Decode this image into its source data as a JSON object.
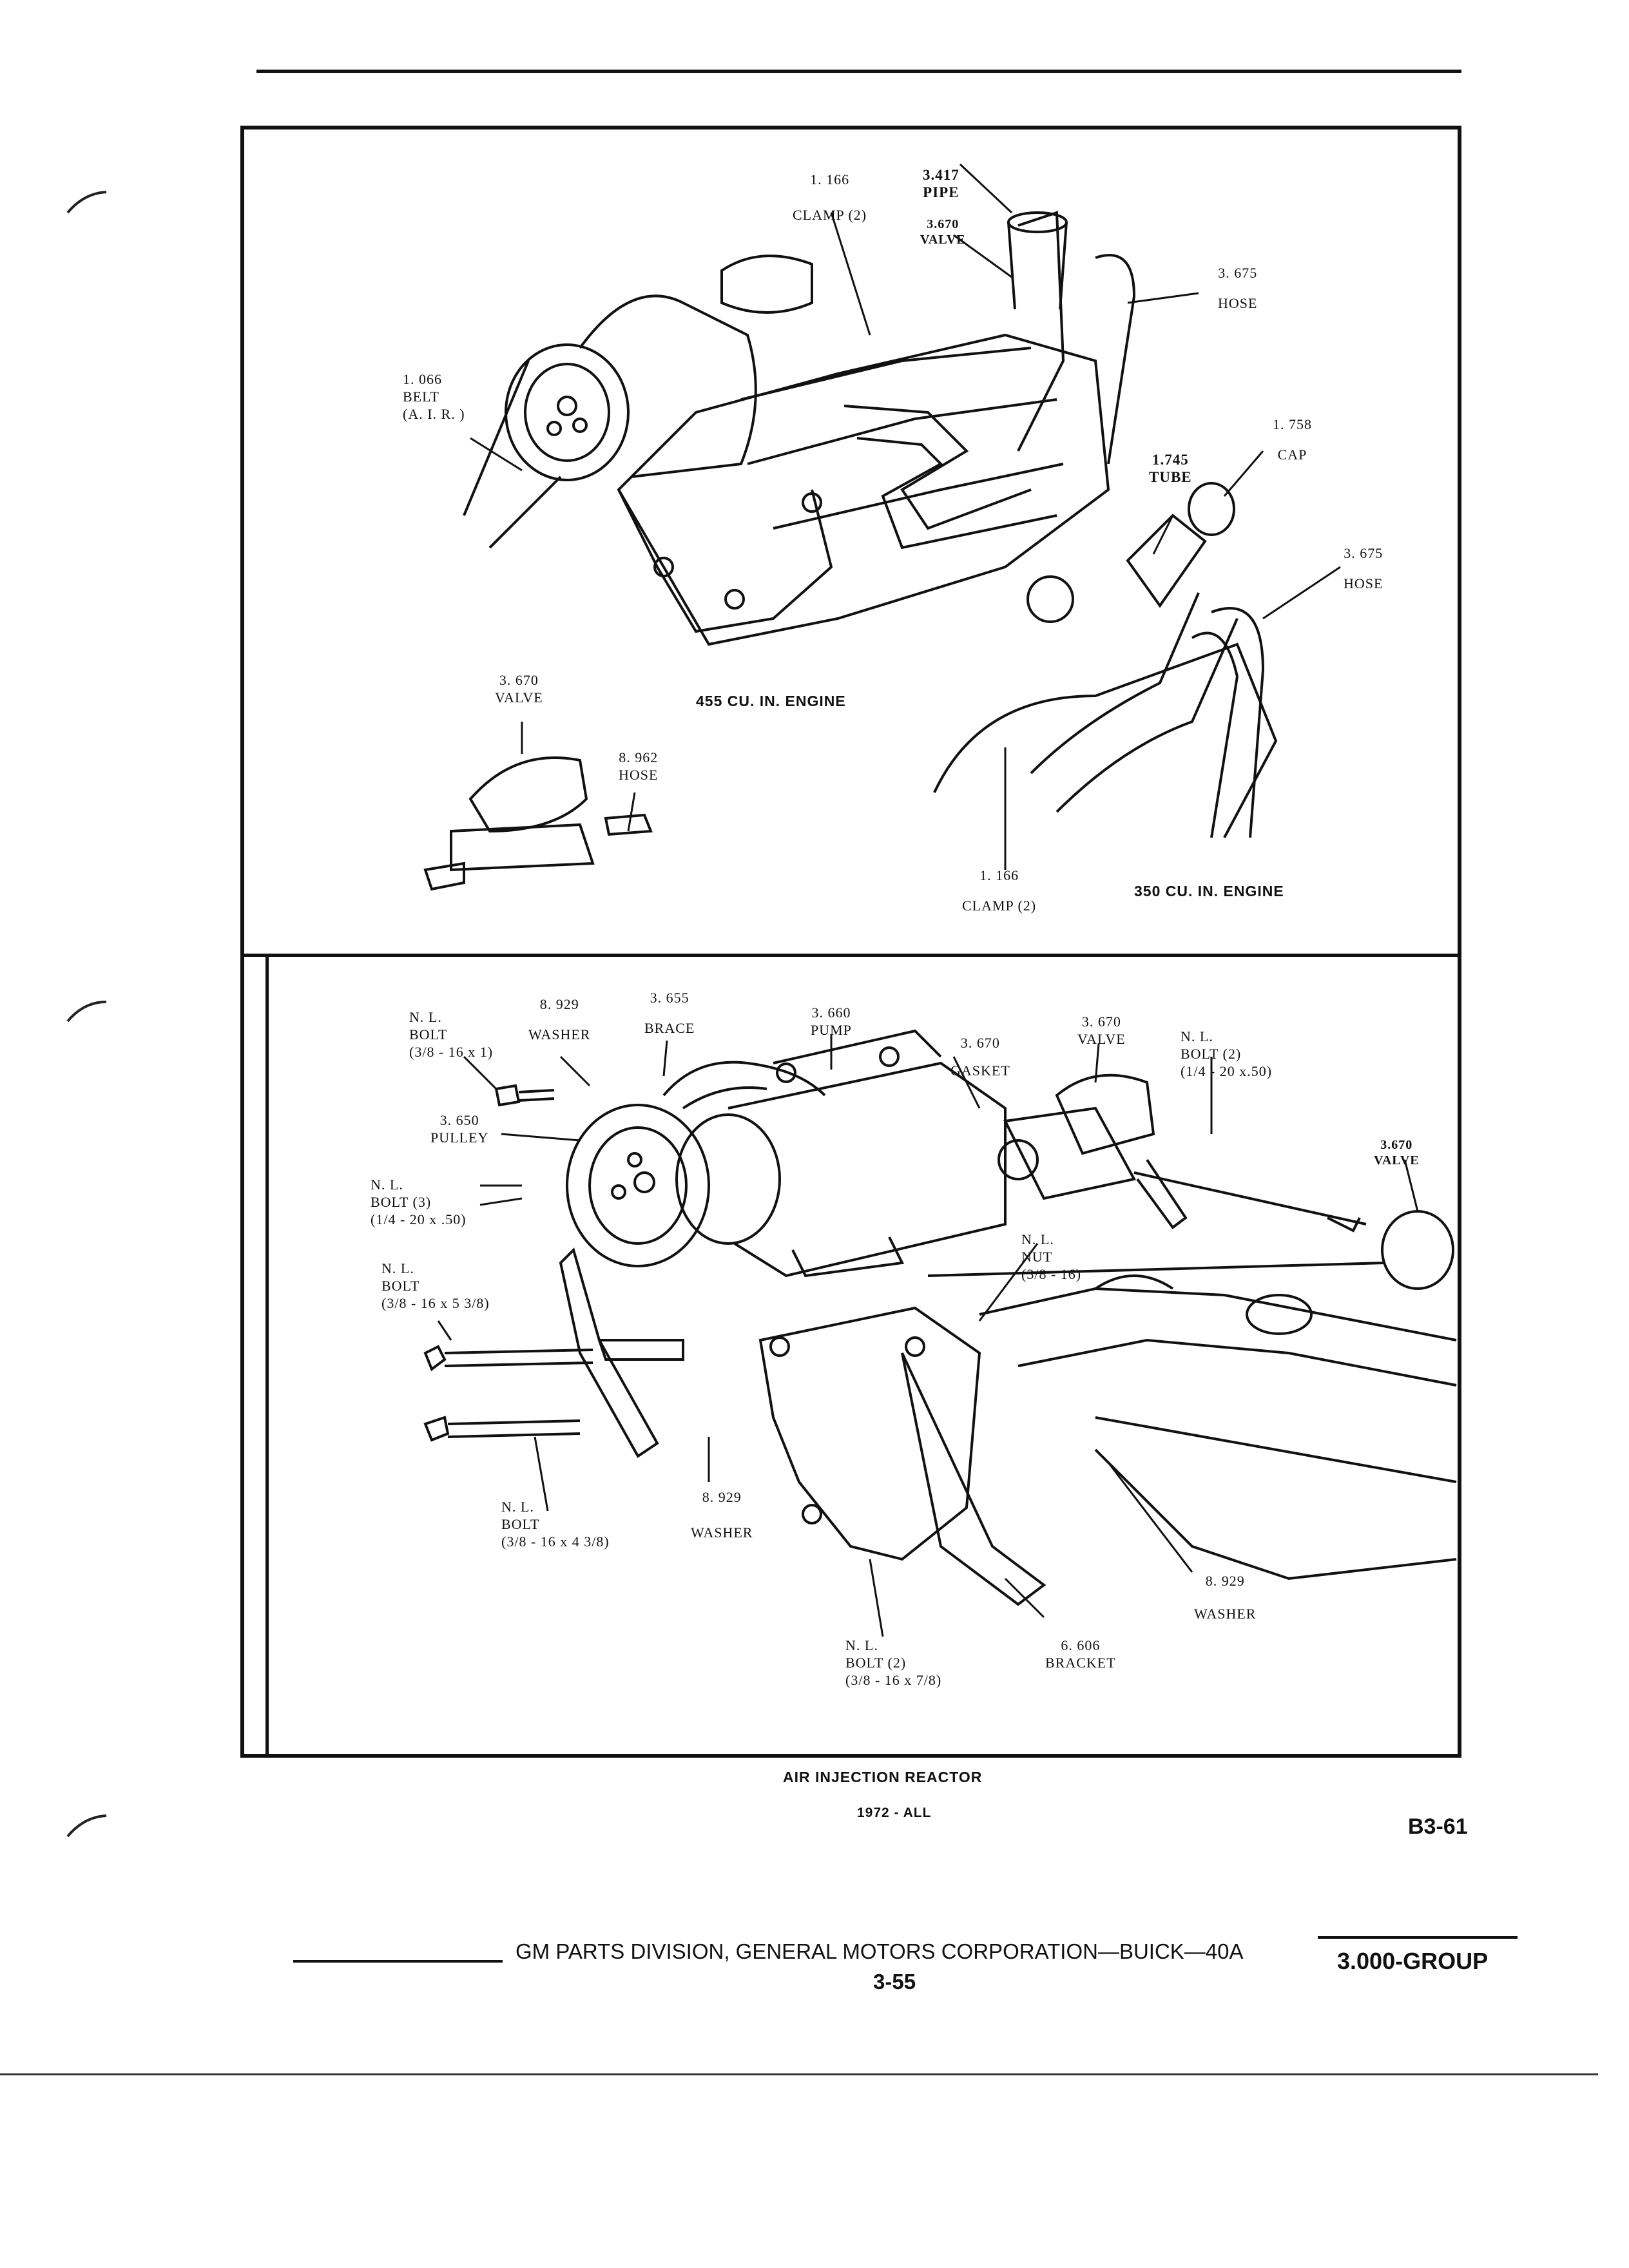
{
  "top_panel": {
    "engine_455_label": "455 CU. IN. ENGINE",
    "engine_350_label": "350 CU. IN. ENGINE",
    "callouts": {
      "clamp_top": {
        "num": "1. 166",
        "name": "CLAMP (2)"
      },
      "pipe": {
        "num": "3.417",
        "name": "PIPE"
      },
      "valve_top": {
        "num": "3.670",
        "name": "VALVE"
      },
      "hose_top": {
        "num": "3. 675",
        "name": "HOSE"
      },
      "belt": {
        "num": "1. 066",
        "name": "BELT",
        "sub": "(A. I. R. )"
      },
      "cap": {
        "num": "1. 758",
        "name": "CAP"
      },
      "tube": {
        "num": "1.745",
        "name": "TUBE"
      },
      "hose_right": {
        "num": "3. 675",
        "name": "HOSE"
      },
      "valve_left": {
        "num": "3. 670",
        "name": "VALVE"
      },
      "hose_small": {
        "num": "8. 962",
        "name": "HOSE"
      },
      "clamp_bottom": {
        "num": "1. 166",
        "name": "CLAMP (2)"
      }
    }
  },
  "bottom_panel": {
    "callouts": {
      "bolt_top": {
        "num": "N. L.",
        "name": "BOLT",
        "size": "(3/8 - 16 x 1)"
      },
      "washer_top": {
        "num": "8. 929",
        "name": "WASHER"
      },
      "brace": {
        "num": "3. 655",
        "name": "BRACE"
      },
      "pump": {
        "num": "3. 660",
        "name": "PUMP"
      },
      "gasket": {
        "num": "3. 670",
        "name": "GASKET"
      },
      "valve_mid": {
        "num": "3. 670",
        "name": "VALVE"
      },
      "bolt_2": {
        "num": "N. L.",
        "name": "BOLT (2)",
        "size": "(1/4 - 20 x.50)"
      },
      "valve_right": {
        "num": "3.670",
        "name": "VALVE"
      },
      "pulley": {
        "num": "3. 650",
        "name": "PULLEY"
      },
      "bolt_3": {
        "num": "N. L.",
        "name": "BOLT (3)",
        "size": "(1/4 - 20 x .50)"
      },
      "nut": {
        "num": "N. L.",
        "name": "NUT",
        "size": "(3/8 - 16)"
      },
      "bolt_long": {
        "num": "N. L.",
        "name": "BOLT",
        "size": "(3/8 - 16 x 5 3/8)"
      },
      "bolt_med": {
        "num": "N. L.",
        "name": "BOLT",
        "size": "(3/8 - 16 x 4 3/8)"
      },
      "washer_mid": {
        "num": "8. 929",
        "name": "WASHER"
      },
      "washer_right": {
        "num": "8. 929",
        "name": "WASHER"
      },
      "bolt_bottom": {
        "num": "N. L.",
        "name": "BOLT (2)",
        "size": "(3/8 - 16 x 7/8)"
      },
      "bracket": {
        "num": "6. 606",
        "name": "BRACKET"
      }
    }
  },
  "caption": {
    "title": "AIR INJECTION REACTOR",
    "year": "1972 - ALL"
  },
  "page_code": "B3-61",
  "footer": {
    "company": "GM PARTS DIVISION,  GENERAL MOTORS CORPORATION—BUICK—40A",
    "page_number": "3-55",
    "group": "3.000-GROUP"
  }
}
